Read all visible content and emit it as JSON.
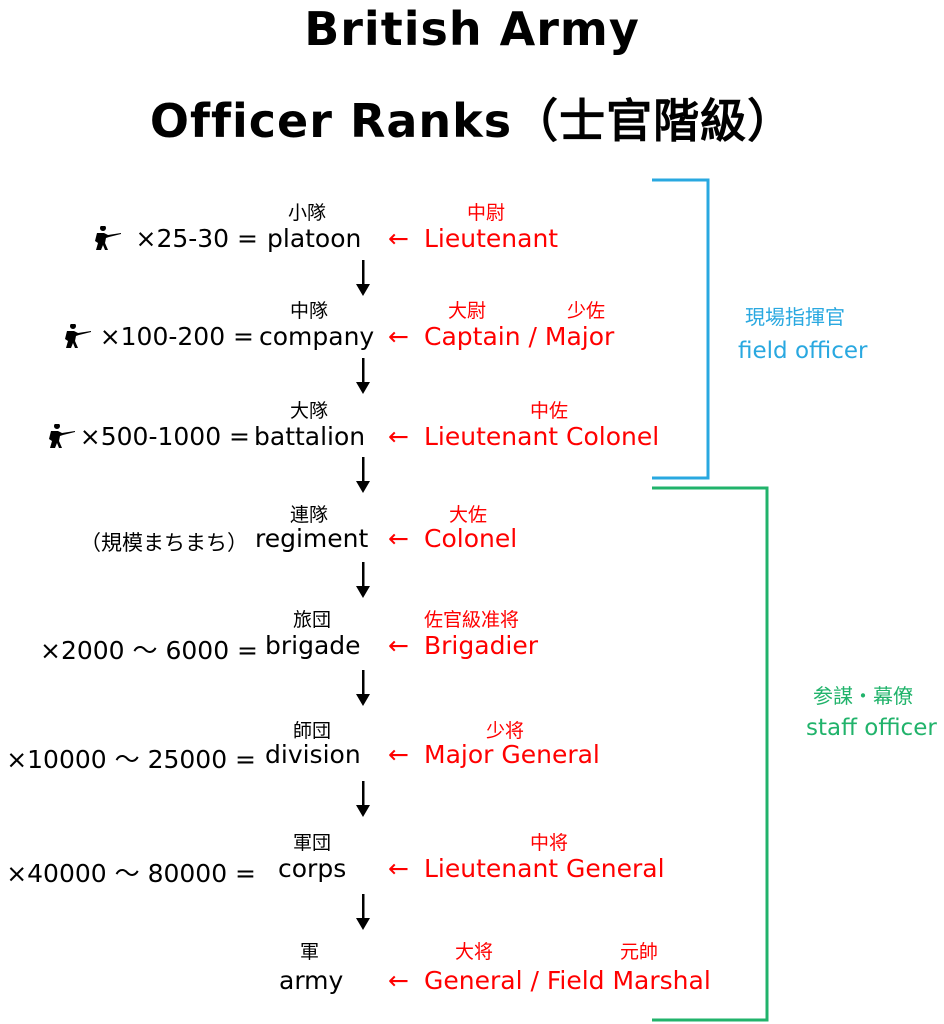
{
  "title": {
    "line1": "British Army",
    "line2": "Officer Ranks（士官階級）"
  },
  "rows": [
    {
      "unit_jp": "小隊",
      "size": "×25-30 =",
      "unit": "platoon",
      "arrow": "←",
      "rank_jp": [
        "中尉"
      ],
      "rank": "Lieutenant"
    },
    {
      "unit_jp": "中隊",
      "size": "×100-200 =",
      "unit": "company",
      "arrow": "←",
      "rank_jp": [
        "大尉",
        "少佐"
      ],
      "rank": "Captain / Major"
    },
    {
      "unit_jp": "大隊",
      "size": "×500-1000 =",
      "unit": "battalion",
      "arrow": "←",
      "rank_jp": [
        "中佐"
      ],
      "rank": "Lieutenant Colonel"
    },
    {
      "unit_jp": "連隊",
      "size": "（規模まちまち）",
      "unit": "regiment",
      "arrow": "←",
      "rank_jp": [
        "大佐"
      ],
      "rank": "Colonel"
    },
    {
      "unit_jp": "旅団",
      "size": "×2000 ～ 6000 =",
      "unit": "brigade",
      "arrow": "←",
      "rank_jp": [
        "佐官級准将"
      ],
      "rank": "Brigadier"
    },
    {
      "unit_jp": "師団",
      "size": "×10000 ～ 25000 =",
      "unit": "division",
      "arrow": "←",
      "rank_jp": [
        "少将"
      ],
      "rank": "Major General"
    },
    {
      "unit_jp": "軍団",
      "size": "×40000 ～ 80000 =",
      "unit": "corps",
      "arrow": "←",
      "rank_jp": [
        "中将"
      ],
      "rank": "Lieutenant General"
    },
    {
      "unit_jp": "軍",
      "size": "",
      "unit": "army",
      "arrow": "←",
      "rank_jp": [
        "大将",
        "元帥"
      ],
      "rank": "General / Field Marshal"
    }
  ],
  "groups": {
    "field": {
      "jp": "現場指揮官",
      "en": "field officer",
      "color": "#29a8e0"
    },
    "staff": {
      "jp": "参謀・幕僚",
      "en": "staff officer",
      "color": "#21b36b"
    }
  },
  "colors": {
    "rank": "#ff0000"
  }
}
